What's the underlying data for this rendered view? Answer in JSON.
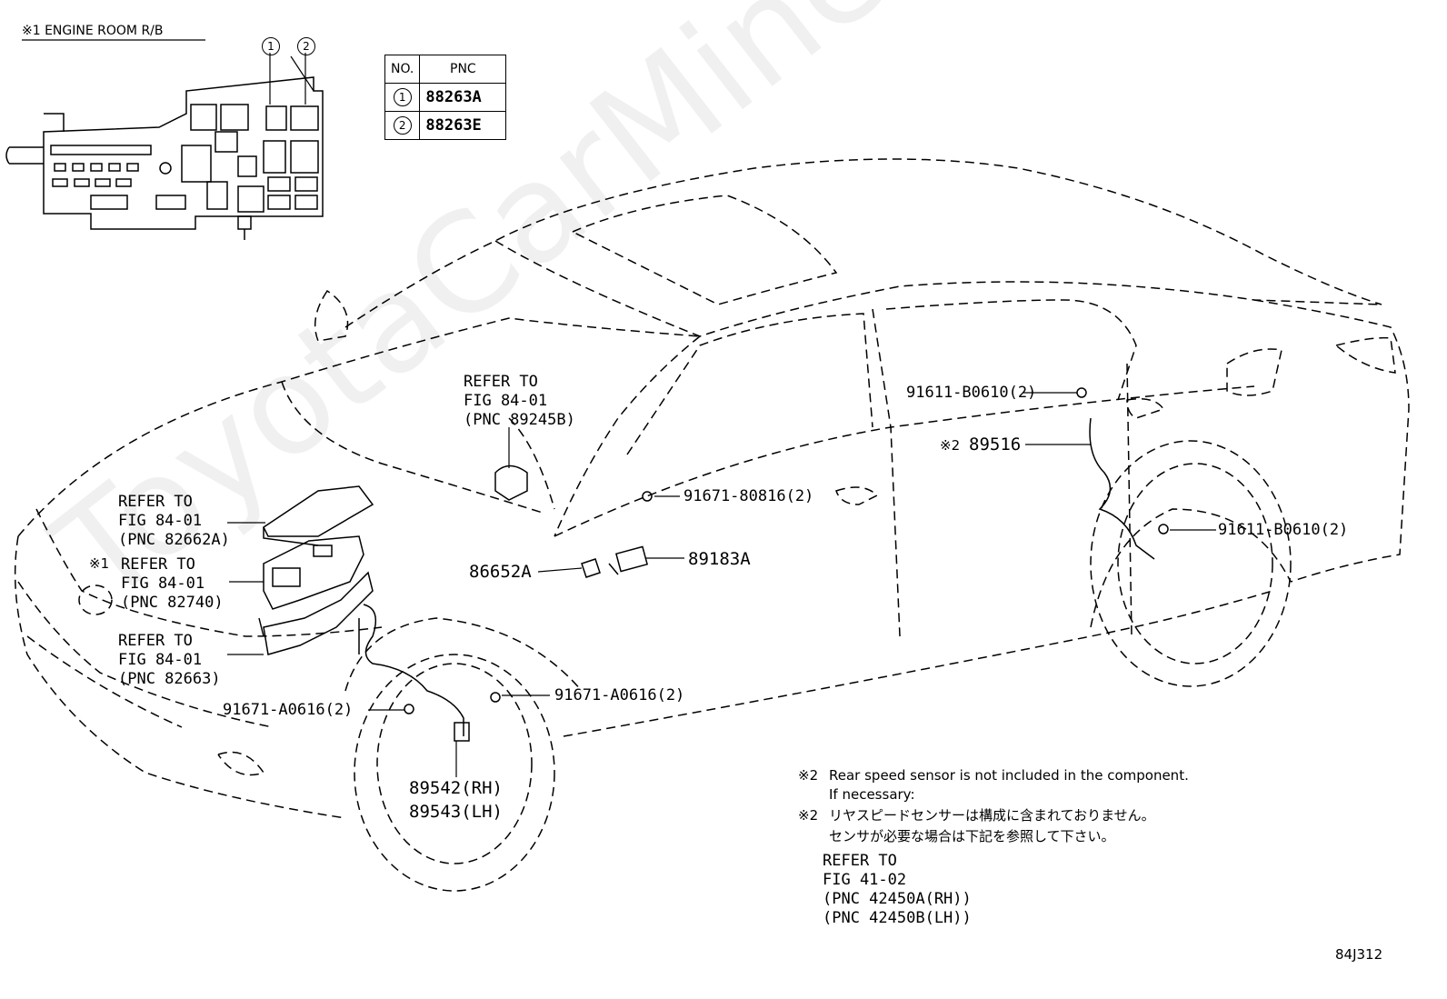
{
  "header": {
    "title": "※1 ENGINE ROOM R/B"
  },
  "pnc_table": {
    "col_no": "NO.",
    "col_pnc": "PNC",
    "rows": [
      {
        "no": "1",
        "pnc": "88263A"
      },
      {
        "no": "2",
        "pnc": "88263E"
      }
    ]
  },
  "inset_callouts": [
    "1",
    "2"
  ],
  "refs": {
    "top": {
      "l1": "REFER TO",
      "l2": "FIG 84-01",
      "l3": "(PNC 89245B)"
    },
    "a": {
      "l1": "REFER TO",
      "l2": "FIG 84-01",
      "l3": "(PNC 82662A)"
    },
    "b": {
      "mark": "※1",
      "l1": "REFER TO",
      "l2": "FIG 84-01",
      "l3": "(PNC 82740)"
    },
    "c": {
      "l1": "REFER TO",
      "l2": "FIG 84-01",
      "l3": "(PNC 82663)"
    }
  },
  "parts": {
    "p_91611_top": "91611-B0610(2)",
    "p_89516_mark": "※2",
    "p_89516": "89516",
    "p_91671_80816": "91671-80816(2)",
    "p_91611_right": "91611-B0610(2)",
    "p_86652a": "86652A",
    "p_89183a": "89183A",
    "p_91671_left": "91671-A0616(2)",
    "p_91671_mid": "91671-A0616(2)",
    "p_89542": "89542(RH)",
    "p_89543": "89543(LH)"
  },
  "note": {
    "en_mark": "※2",
    "en1": "Rear speed sensor is not included in the component.",
    "en2": "If necessary:",
    "jp_mark": "※2",
    "jp1": "リヤスピードセンサーは構成に含まれておりません。",
    "jp2": "センサが必要な場合は下記を参照して下さい。",
    "ref1": "REFER TO",
    "ref2": "FIG 41-02",
    "ref3": "(PNC 42450A(RH))",
    "ref4": "(PNC 42450B(LH))"
  },
  "figure_code": "84J312",
  "watermark": "ToyotaCarMine.ru"
}
